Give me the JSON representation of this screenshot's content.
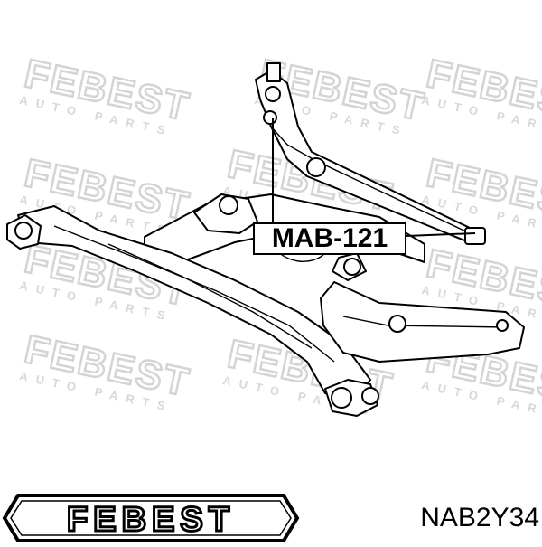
{
  "diagram": {
    "callout_part_code": "MAB-121",
    "watermark_brand": "FEBEST",
    "watermark_tagline": "AUTO PARTS"
  },
  "footer": {
    "brand_logo_text": "FEBEST",
    "part_number": "NAB2Y34"
  }
}
